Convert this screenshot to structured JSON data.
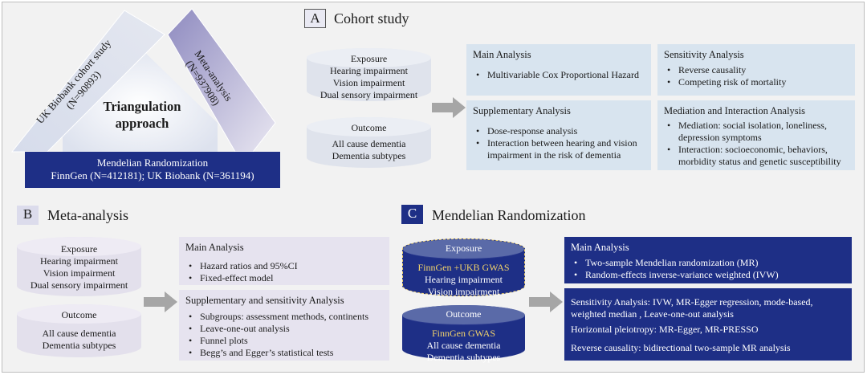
{
  "triangle": {
    "left_side_line1": "UK Biobank cohort study",
    "left_side_line2": "(N=90893)",
    "right_side_line1": "Meta-analysis",
    "right_side_line2": "(N=937908)",
    "center_line1": "Triangulation",
    "center_line2": "approach",
    "base_line1": "Mendelian Randomization",
    "base_line2": "FinnGen (N=412181); UK Biobank (N=361194)"
  },
  "section_a": {
    "letter": "A",
    "title": "Cohort study",
    "exposure": {
      "title": "Exposure",
      "items": [
        "Hearing impairment",
        "Vision impairment",
        "Dual sensory impairment"
      ]
    },
    "outcome": {
      "title": "Outcome",
      "items": [
        "All cause dementia",
        "Dementia subtypes"
      ]
    },
    "main": {
      "title": "Main Analysis",
      "items": [
        "Multivariable Cox Proportional Hazard"
      ]
    },
    "sensitivity": {
      "title": "Sensitivity Analysis",
      "items": [
        "Reverse causality",
        "Competing risk of  mortality"
      ]
    },
    "supplementary": {
      "title": "Supplementary Analysis",
      "items": [
        "Dose-response analysis",
        "Interaction between hearing and vision impairment in the risk of dementia"
      ]
    },
    "mediation": {
      "title": "Mediation and Interaction Analysis",
      "items": [
        "Mediation: social isolation, loneliness, depression symptoms",
        "Interaction: socioeconomic, behaviors, morbidity status and genetic susceptibility"
      ]
    }
  },
  "section_b": {
    "letter": "B",
    "title": "Meta-analysis",
    "exposure": {
      "title": "Exposure",
      "items": [
        "Hearing impairment",
        "Vision impairment",
        "Dual sensory impairment"
      ]
    },
    "outcome": {
      "title": "Outcome",
      "items": [
        "All cause dementia",
        "Dementia subtypes"
      ]
    },
    "main": {
      "title": "Main Analysis",
      "items": [
        "Hazard ratios and 95%CI",
        "Fixed-effect model"
      ]
    },
    "supplementary": {
      "title": "Supplementary and sensitivity Analysis",
      "items": [
        "Subgroups: assessment methods, continents",
        "Leave-one-out analysis",
        "Funnel plots",
        "Begg’s and Egger’s statistical tests"
      ]
    }
  },
  "section_c": {
    "letter": "C",
    "title": "Mendelian Randomization",
    "exposure": {
      "title": "Exposure",
      "source": "FinnGen +UKB GWAS",
      "items": [
        "Hearing impairment",
        "Vision impairment"
      ]
    },
    "outcome": {
      "title": "Outcome",
      "source": "FinnGen GWAS",
      "items": [
        "All cause dementia",
        "Dementia subtypes"
      ]
    },
    "main": {
      "title": "Main Analysis",
      "items": [
        "Two-sample Mendelian randomization (MR)",
        "Random-effects inverse-variance weighted (IVW)"
      ]
    },
    "sensitivity": {
      "line1": "Sensitivity Analysis: IVW, MR-Egger regression, mode-based, weighted median , Leave-one-out analysis",
      "line2": "Horizontal pleiotropy: MR-Egger, MR-PRESSO",
      "line3": "Reverse causality: bidirectional two-sample MR analysis"
    }
  },
  "colors": {
    "panel_bg": "#f2f2f2",
    "lavender_box": "#e6e3ef",
    "light_blue_box": "#d8e4ef",
    "navy": "#1e2f86",
    "arrow_gray": "#a6a6a6",
    "mr_source_yellow": "#f2d36b"
  }
}
